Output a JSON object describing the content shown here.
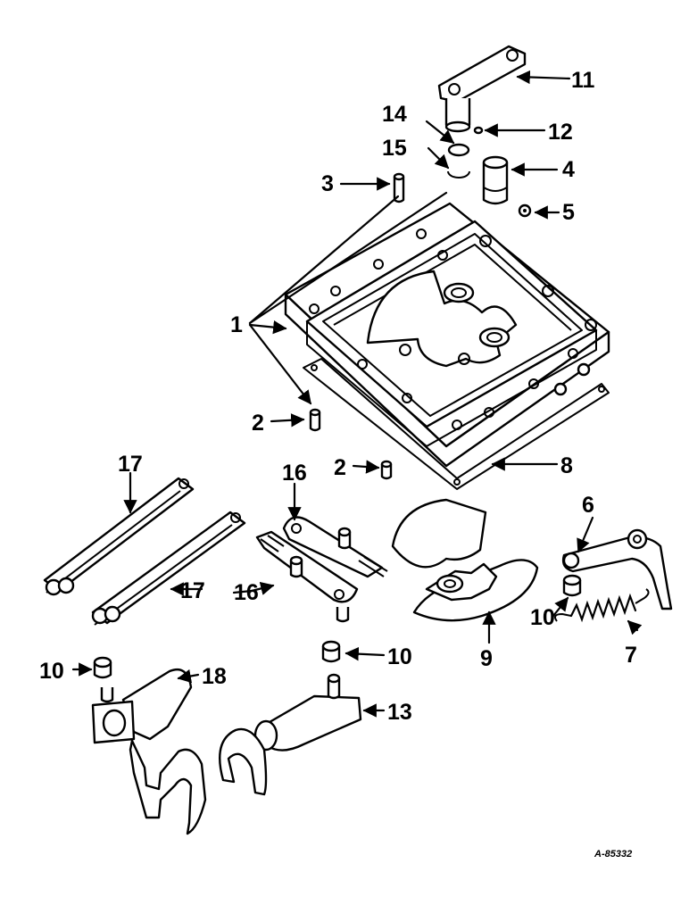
{
  "drawing_code": "A-85332",
  "callouts": [
    {
      "id": "c1",
      "text": "1"
    },
    {
      "id": "c2a",
      "text": "2"
    },
    {
      "id": "c2b",
      "text": "2"
    },
    {
      "id": "c3",
      "text": "3"
    },
    {
      "id": "c4",
      "text": "4"
    },
    {
      "id": "c5",
      "text": "5"
    },
    {
      "id": "c6",
      "text": "6"
    },
    {
      "id": "c7",
      "text": "7"
    },
    {
      "id": "c8",
      "text": "8"
    },
    {
      "id": "c9",
      "text": "9"
    },
    {
      "id": "c10a",
      "text": "10"
    },
    {
      "id": "c10b",
      "text": "10"
    },
    {
      "id": "c10c",
      "text": "10"
    },
    {
      "id": "c11",
      "text": "11"
    },
    {
      "id": "c12",
      "text": "12"
    },
    {
      "id": "c13",
      "text": "13"
    },
    {
      "id": "c14",
      "text": "14"
    },
    {
      "id": "c15",
      "text": "15"
    },
    {
      "id": "c16a",
      "text": "16"
    },
    {
      "id": "c16b",
      "text": "16"
    },
    {
      "id": "c17a",
      "text": "17"
    },
    {
      "id": "c17b",
      "text": "17"
    },
    {
      "id": "c18",
      "text": "18"
    }
  ]
}
